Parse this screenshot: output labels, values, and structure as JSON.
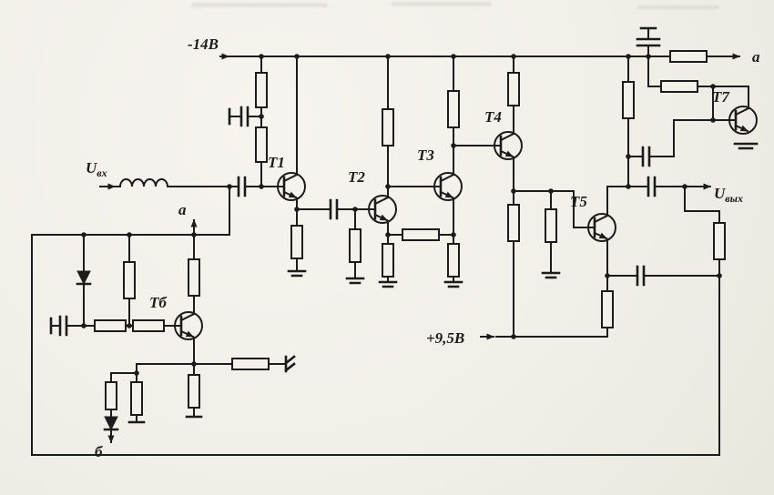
{
  "page": {
    "kind": "scanned circuit schematic",
    "colors": {
      "paper": "#f1efe8",
      "ink": "#1c1c1c"
    }
  },
  "labels": {
    "supply_neg": "-14В",
    "supply_pos": "+9,5В",
    "input_main": "U",
    "input_sub": "вх",
    "output_main": "U",
    "output_sub": "вых",
    "node_a_top": "а",
    "node_a_mid": "а",
    "node_b": "б",
    "transistors": {
      "t1": "T1",
      "t2": "T2",
      "t3": "T3",
      "t4": "T4",
      "t5": "T5",
      "t6": "Тб",
      "t7": "T7"
    }
  }
}
